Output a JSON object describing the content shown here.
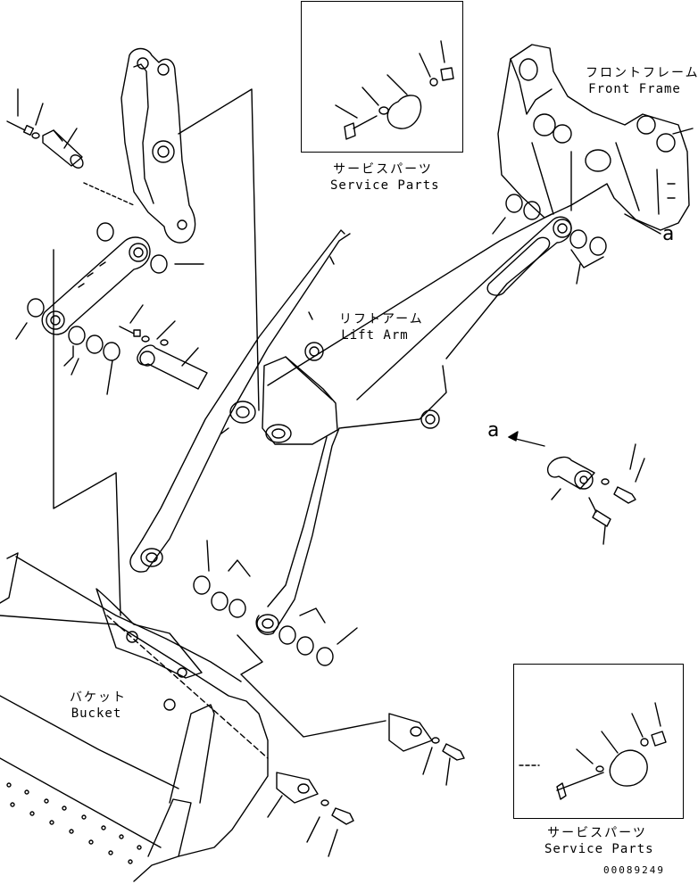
{
  "service_parts_top": {
    "jp": "サービスパーツ",
    "en": "Service Parts"
  },
  "service_parts_bottom": {
    "jp": "サービスパーツ",
    "en": "Service Parts"
  },
  "front_frame": {
    "jp": "フロントフレーム",
    "en": "Front Frame"
  },
  "lift_arm": {
    "jp": "リフトアーム",
    "en": "Lift Arm"
  },
  "bucket": {
    "jp": "バケット",
    "en": "Bucket"
  },
  "callout_a_top": "a",
  "callout_a_mid": "a",
  "document_number": "00089249"
}
